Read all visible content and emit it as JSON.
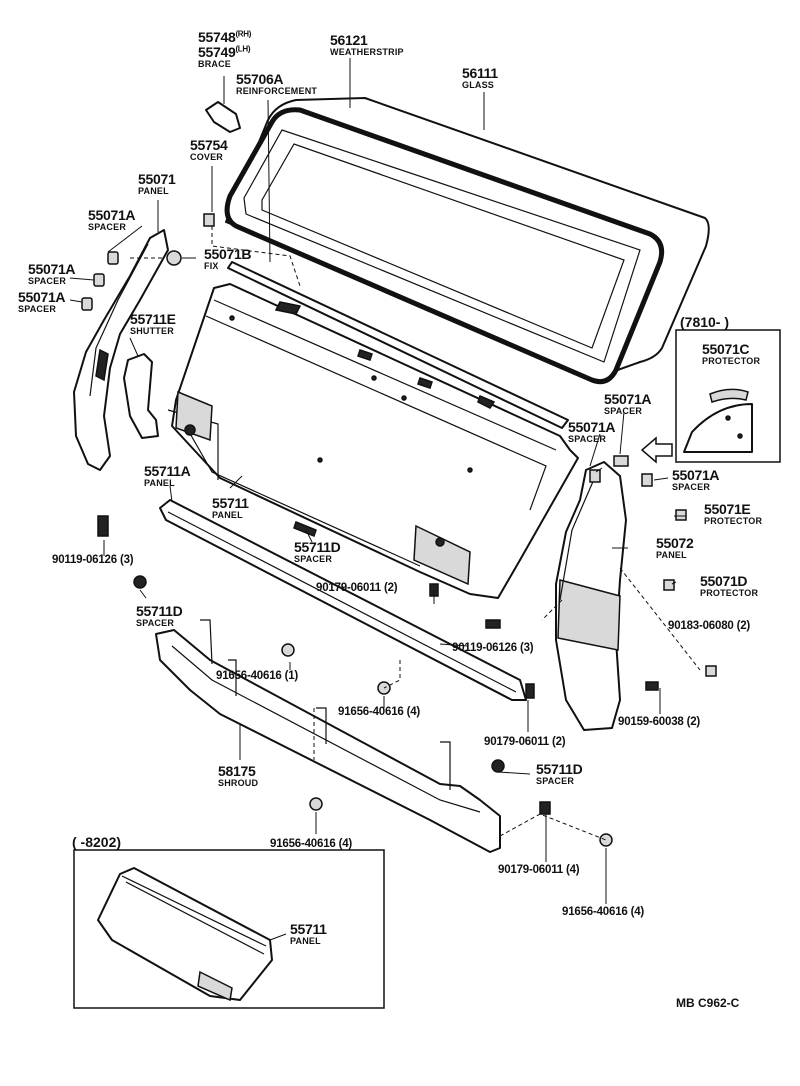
{
  "parts": {
    "p55748": {
      "number": "55748",
      "suffix": "(RH)"
    },
    "p55749": {
      "number": "55749",
      "suffix": "(LH)",
      "name": "BRACE"
    },
    "p56121": {
      "number": "56121",
      "name": "WEATHERSTRIP"
    },
    "p56111": {
      "number": "56111",
      "name": "GLASS"
    },
    "p55706A": {
      "number": "55706A",
      "name": "REINFORCEMENT"
    },
    "p55754": {
      "number": "55754",
      "name": "COVER"
    },
    "p55071": {
      "number": "55071",
      "name": "PANEL"
    },
    "p55071A_1": {
      "number": "55071A",
      "name": "SPACER"
    },
    "p55071B": {
      "number": "55071B",
      "name": "FIX"
    },
    "p55071A_2": {
      "number": "55071A",
      "name": "SPACER"
    },
    "p55071A_3": {
      "number": "55071A",
      "name": "SPACER"
    },
    "p55711E": {
      "number": "55711E",
      "name": "SHUTTER"
    },
    "p55071C": {
      "number": "55071C",
      "name": "PROTECTOR"
    },
    "p55071A_4": {
      "number": "55071A",
      "name": "SPACER"
    },
    "p55071A_5": {
      "number": "55071A",
      "name": "SPACER"
    },
    "p55071A_6": {
      "number": "55071A",
      "name": "SPACER"
    },
    "p55071E": {
      "number": "55071E",
      "name": "PROTECTOR"
    },
    "p55711A": {
      "number": "55711A",
      "name": "PANEL"
    },
    "p55711": {
      "number": "55711",
      "name": "PANEL"
    },
    "p55711D_1": {
      "number": "55711D",
      "name": "SPACER"
    },
    "p55072": {
      "number": "55072",
      "name": "PANEL"
    },
    "p55071D": {
      "number": "55071D",
      "name": "PROTECTOR"
    },
    "p55711D_2": {
      "number": "55711D",
      "name": "SPACER"
    },
    "p55711D_3": {
      "number": "55711D",
      "name": "SPACER"
    },
    "p58175": {
      "number": "58175",
      "name": "SHROUD"
    },
    "p55711_inset": {
      "number": "55711",
      "name": "PANEL"
    }
  },
  "fasteners": {
    "f90119_a": "90119-06126 (3)",
    "f90179_a": "90179-06011 (2)",
    "f90183": "90183-06080 (2)",
    "f90119_b": "90119-06126 (3)",
    "f91656_a": "91656-40616 (1)",
    "f91656_b": "91656-40616 (4)",
    "f90159": "90159-60038 (2)",
    "f90179_b": "90179-06011 (2)",
    "f91656_c": "91656-40616 (4)",
    "f90179_c": "90179-06011 (4)",
    "f91656_d": "91656-40616 (4)"
  },
  "insets": {
    "right_title": "(7810-     )",
    "bottom_title": "(     -8202)"
  },
  "diagram_code": "MB  C962-C"
}
